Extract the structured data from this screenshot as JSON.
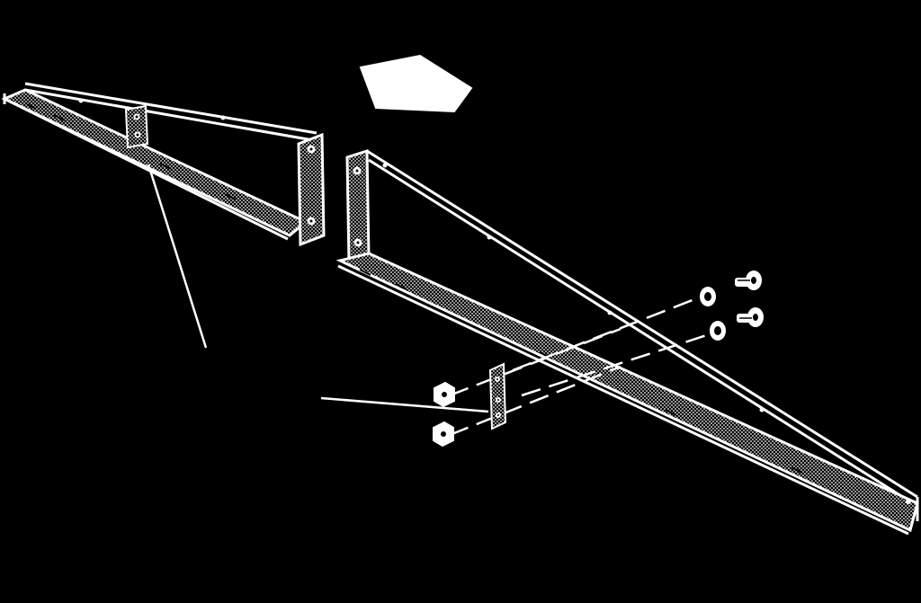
{
  "diagram": {
    "background_color": "#000000",
    "line_color": "#ffffff",
    "parts": [
      {
        "name": "short-angle-rail",
        "icon": "rail-shape"
      },
      {
        "name": "long-angle-rail",
        "icon": "rail-shape"
      },
      {
        "name": "splice-plate-installed",
        "icon": "plate-shape"
      },
      {
        "name": "splice-plate-loose",
        "icon": "plate-shape"
      },
      {
        "name": "hex-nut",
        "count": 2,
        "icon": "nut-shape"
      },
      {
        "name": "flat-washer",
        "count": 2,
        "icon": "washer-shape"
      },
      {
        "name": "bolt",
        "count": 2,
        "icon": "bolt-shape"
      }
    ],
    "direction_arrow": {
      "icon": "arrow-left-icon"
    }
  }
}
